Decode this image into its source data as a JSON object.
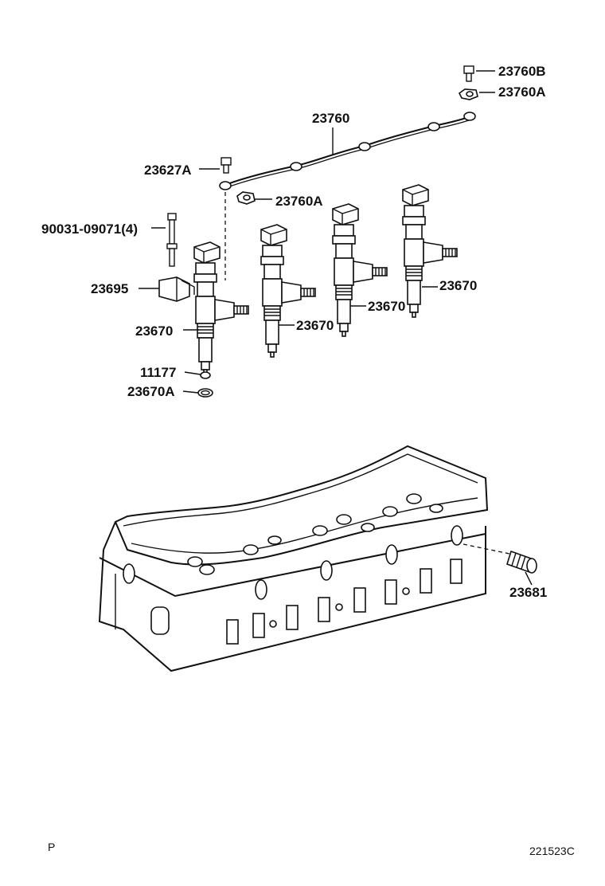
{
  "diagram": {
    "part_labels": {
      "p23760B": "23760B",
      "p23760A_top": "23760A",
      "p23760": "23760",
      "p23627A": "23627A",
      "p23760A_mid": "23760A",
      "p90031": "90031-09071(4)",
      "p23695": "23695",
      "p23670_a": "23670",
      "p23670_b": "23670",
      "p23670_c": "23670",
      "p23670_d": "23670",
      "p11177": "11177",
      "p23670A": "23670A",
      "p23681": "23681"
    },
    "corner_left": "P",
    "figure_code": "221523C"
  }
}
